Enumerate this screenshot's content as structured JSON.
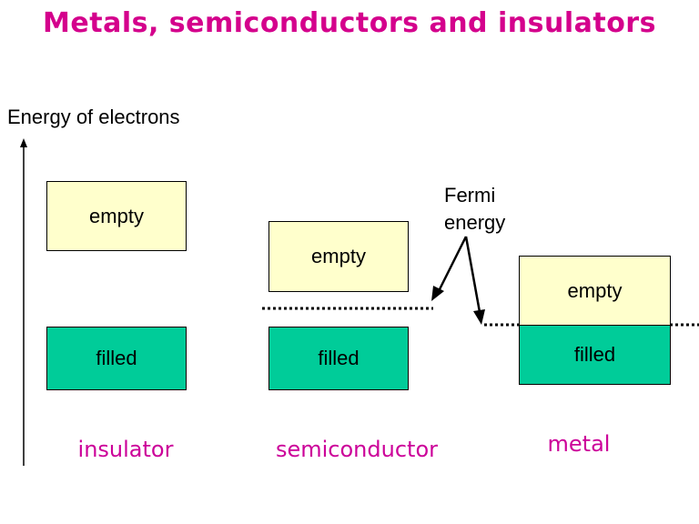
{
  "title": "Metals, semiconductors and insulators",
  "axis": {
    "label": "Energy of electrons"
  },
  "fermi": {
    "line1": "Fermi",
    "line2": "energy"
  },
  "materials": [
    {
      "name": "insulator",
      "upper_band": "empty",
      "lower_band": "filled"
    },
    {
      "name": "semiconductor",
      "upper_band": "empty",
      "lower_band": "filled"
    },
    {
      "name": "metal",
      "upper_band": "empty",
      "lower_band": "filled"
    }
  ],
  "colors": {
    "title": "#d4008c",
    "material_label": "#cc0099",
    "empty_band": "#ffffcc",
    "filled_band": "#00cc99"
  }
}
